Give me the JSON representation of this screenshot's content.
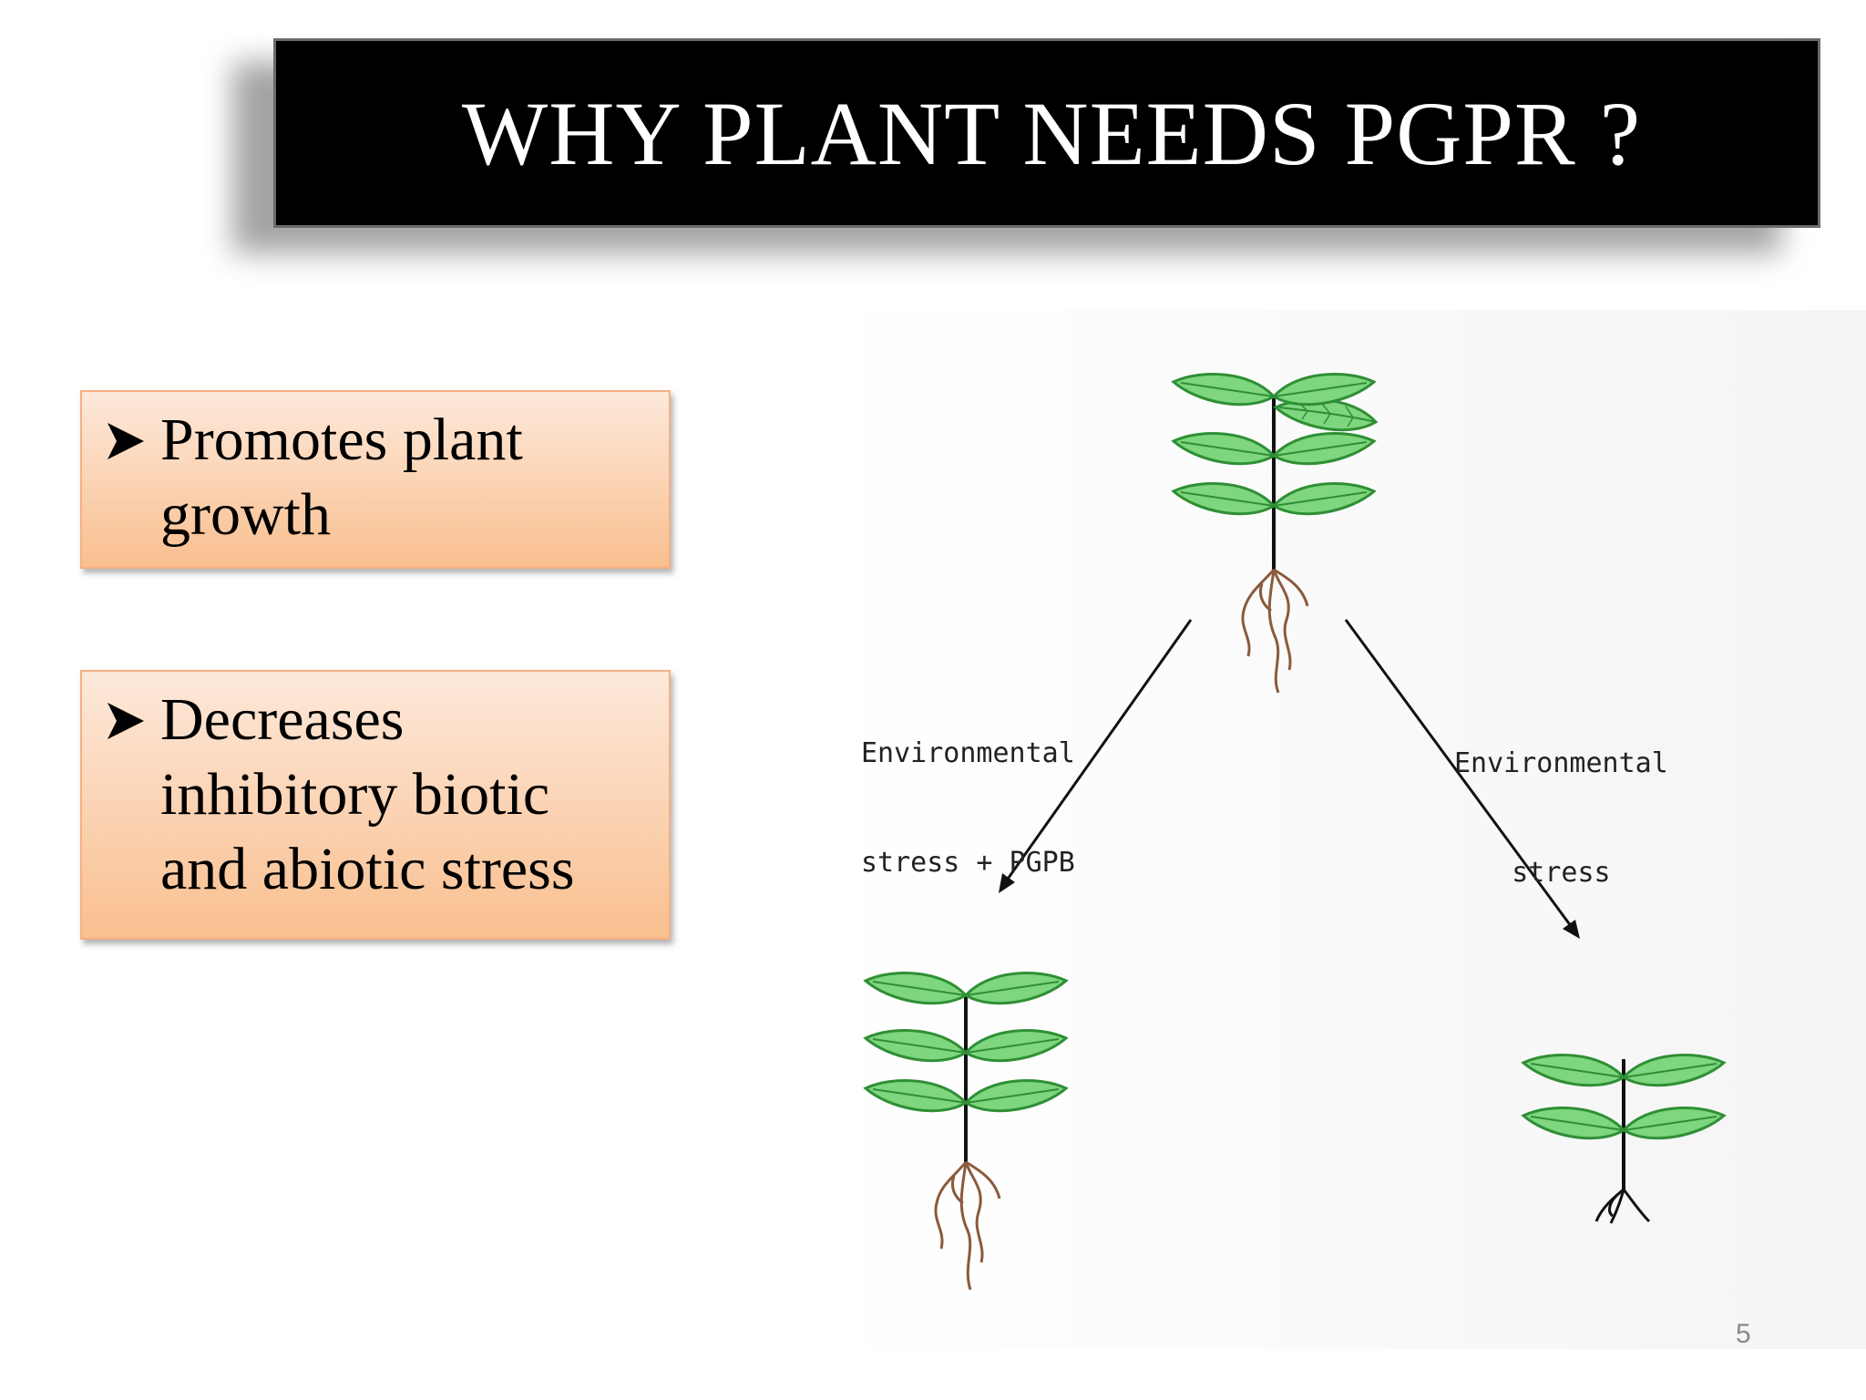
{
  "slide": {
    "title": "WHY PLANT NEEDS PGPR ?",
    "page_number": "5"
  },
  "bullets": [
    {
      "line1": "Promotes plant",
      "line2": "growth"
    },
    {
      "line1": "Decreases",
      "line2": "inhibitory biotic",
      "line3": "and abiotic stress"
    }
  ],
  "diagram": {
    "left_label": {
      "line1": "Environmental",
      "line2": "stress + PGPB"
    },
    "right_label": {
      "line1": "Environmental",
      "line2": "stress"
    },
    "colors": {
      "leaf_fill": "#7ed67f",
      "leaf_outline": "#2f8f35",
      "stem": "#111111",
      "root": "#8b5a3c"
    }
  }
}
